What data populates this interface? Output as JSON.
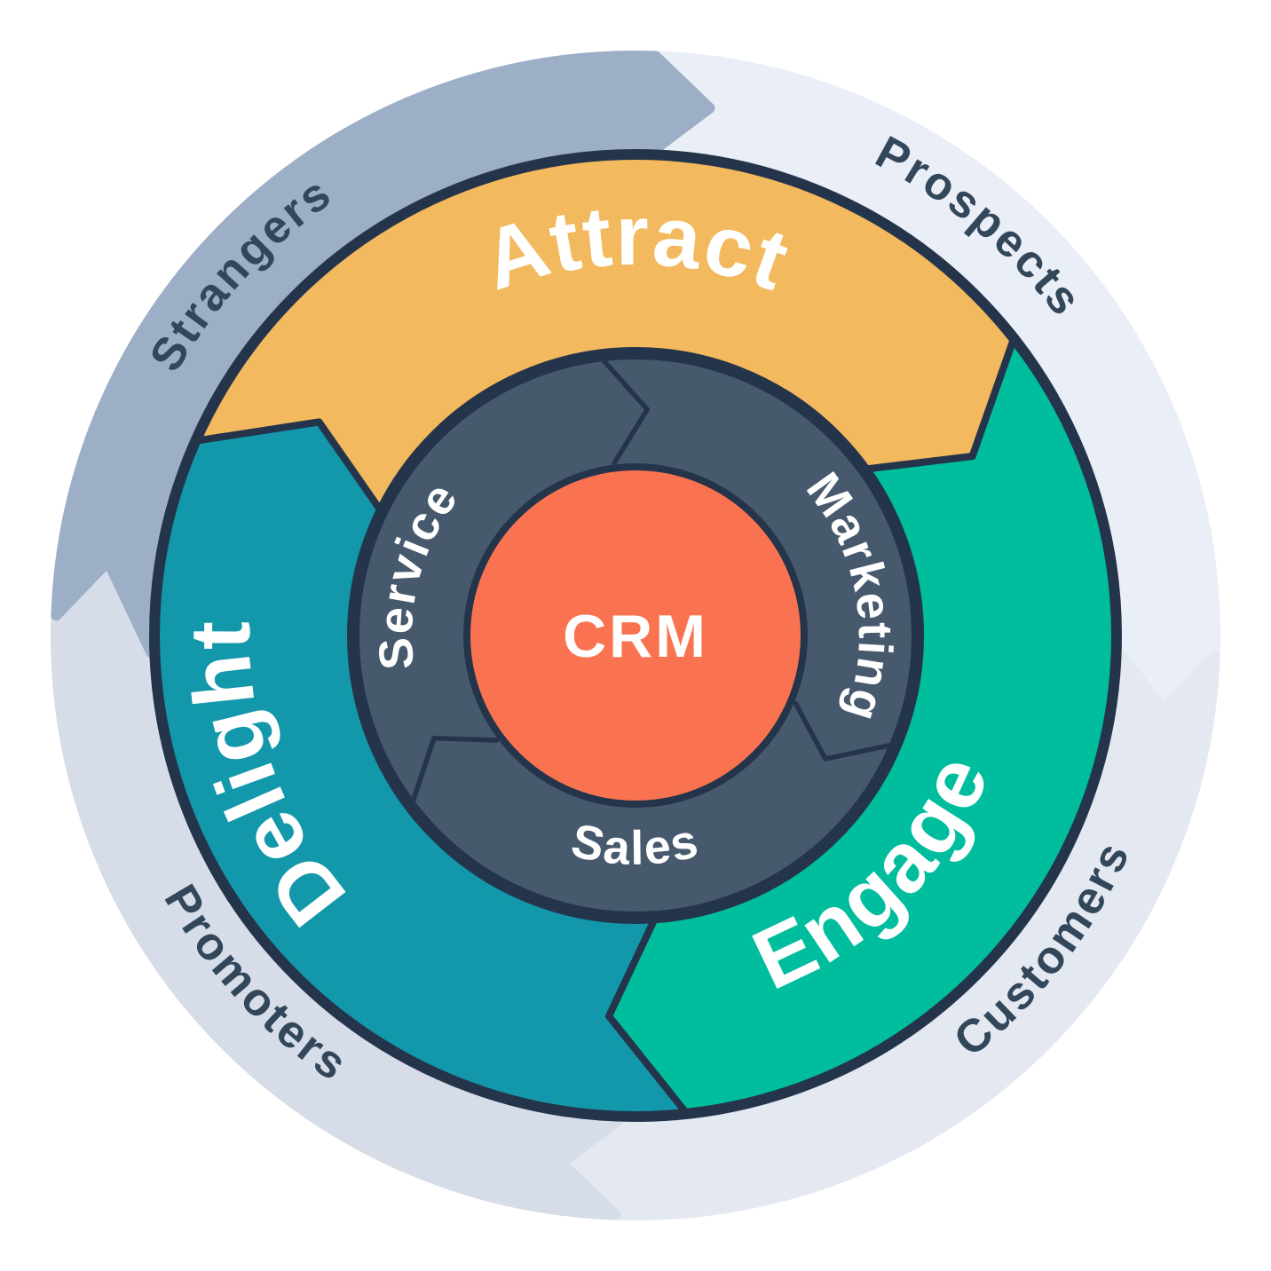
{
  "wheel": {
    "name": "Flywheel diagram",
    "stroke_color": "#24344A",
    "center": {
      "label": "CRM",
      "color": "#FA7350"
    },
    "inner_ring": {
      "color": "#47596D",
      "labels": [
        {
          "label": "Marketing"
        },
        {
          "label": "Service"
        },
        {
          "label": "Sales"
        }
      ]
    },
    "middle_ring": {
      "segments": [
        {
          "label": "Attract",
          "color": "#F2B95E"
        },
        {
          "label": "Engage",
          "color": "#00BD9E"
        },
        {
          "label": "Delight",
          "color": "#1397AB"
        }
      ]
    },
    "outer_ring": {
      "label_color": "#33475B",
      "segments": [
        {
          "label": "Strangers",
          "color": "#9DAEC7"
        },
        {
          "label": "Prospects",
          "color": "#EAEEF6"
        },
        {
          "label": "Customers",
          "color": "#E3E8F1"
        },
        {
          "label": "Promoters",
          "color": "#D6DDE8"
        }
      ]
    }
  }
}
